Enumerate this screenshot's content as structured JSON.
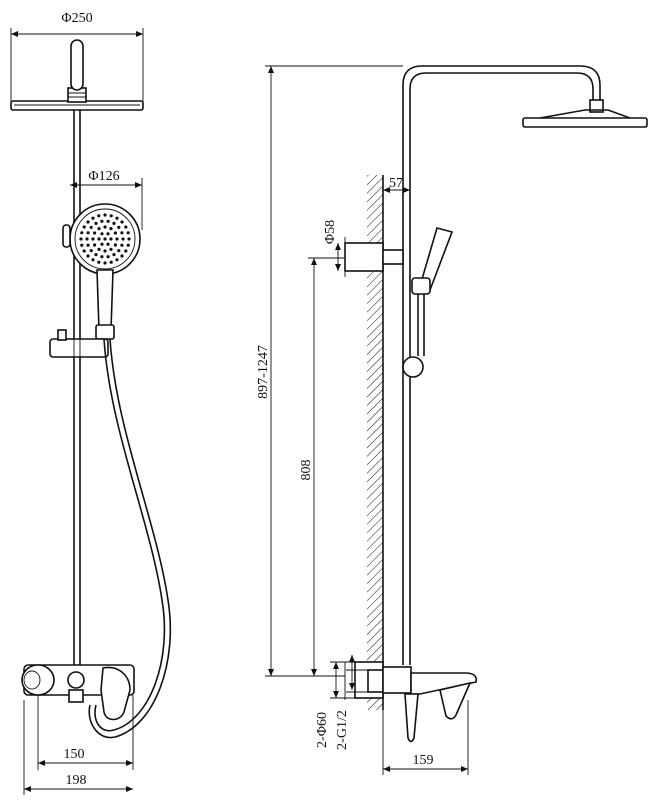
{
  "dimensions": {
    "head_diameter": "Φ250",
    "hand_diameter": "Φ126",
    "height_range": "897-1247",
    "mount_height": "808",
    "wall_offset": "57",
    "bracket_diameter": "Φ58",
    "inlet_distance": "150",
    "mixer_width": "198",
    "escutcheon": "2-Φ60",
    "inlet_thread": "2-G1/2",
    "spout_length": "159"
  }
}
